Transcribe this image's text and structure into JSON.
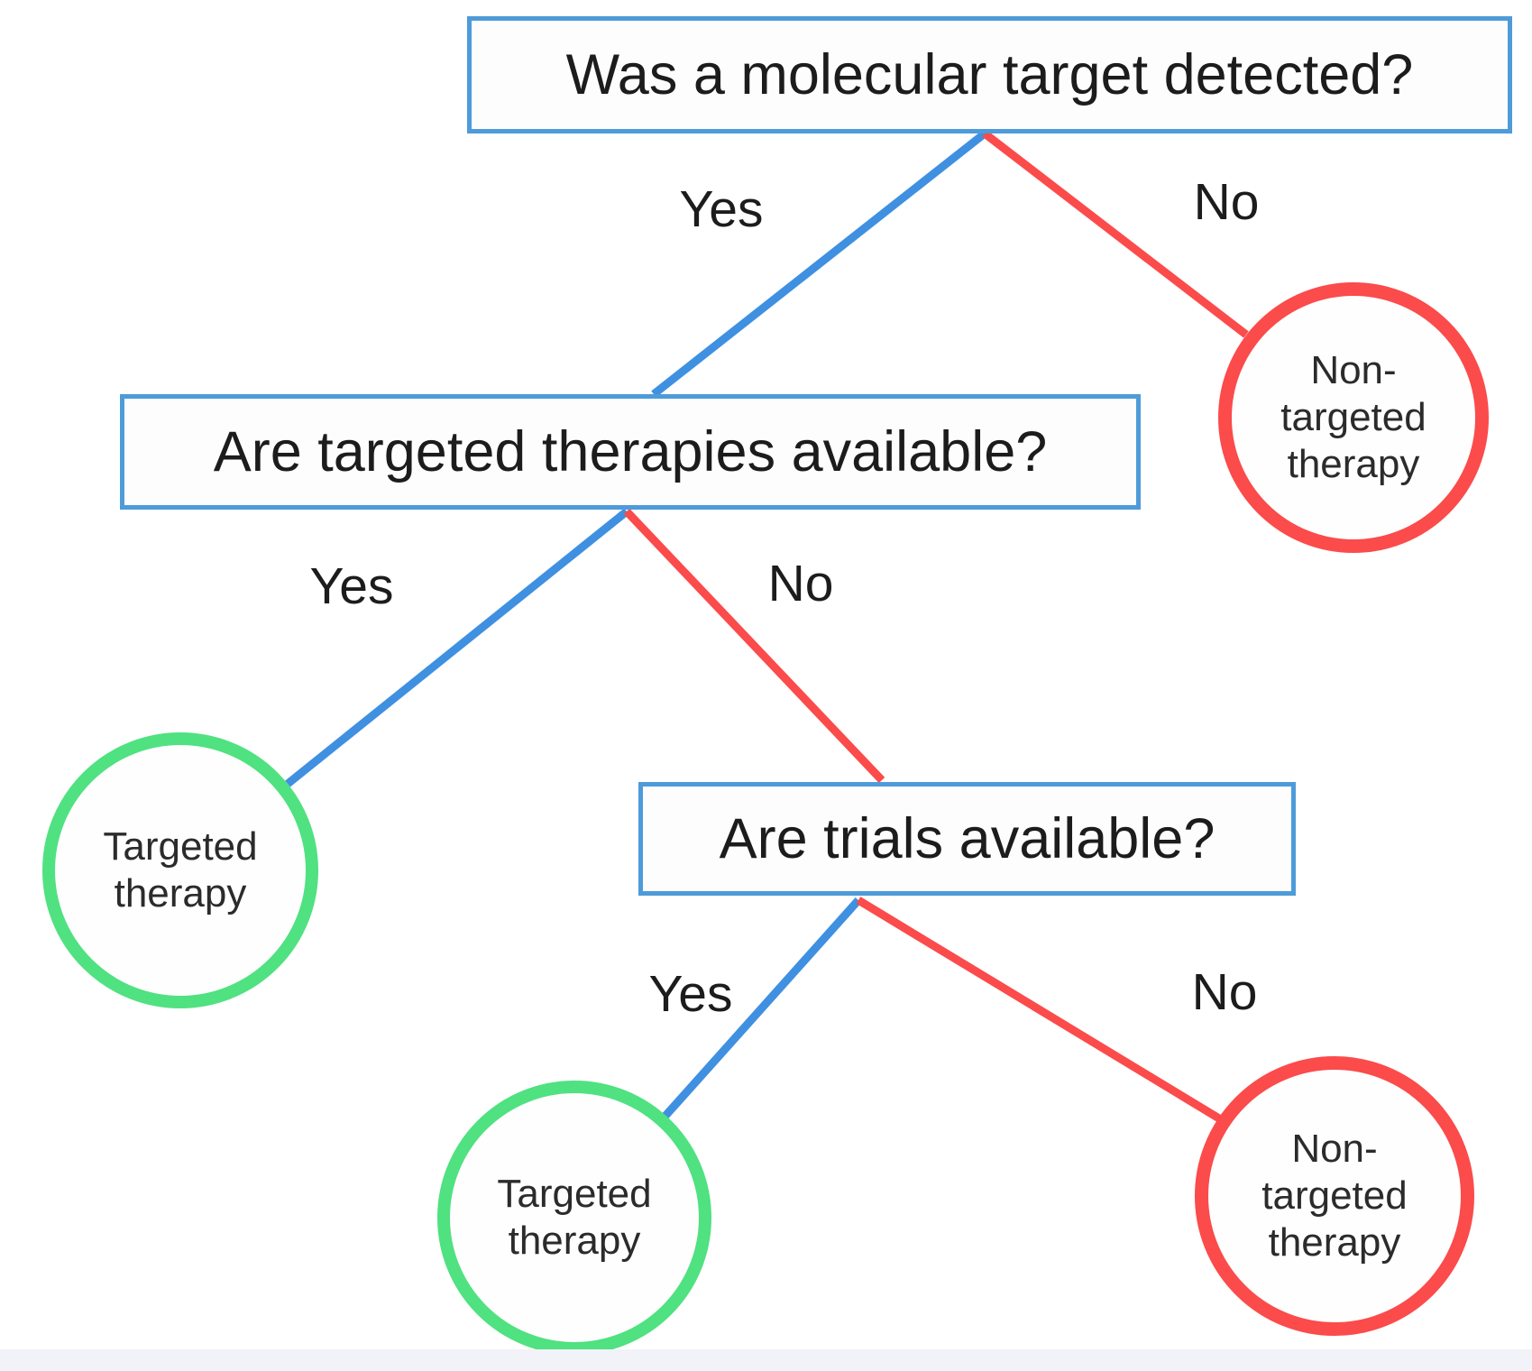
{
  "page": {
    "background_color": "#ffffff",
    "footer_strip_color": "#f1f3f8"
  },
  "colors": {
    "yes_branch_blue": "#3f90e0",
    "no_branch_red": "#fb4b4b",
    "question_box_border_blue": "#4e9bd9",
    "targeted_outcome_green": "#50e181",
    "non_targeted_outcome_red": "#fb4b4b",
    "text": "#1c1c1c"
  },
  "flowchart": {
    "questions": [
      {
        "id": "q1",
        "label": "Was a molecular target detected?"
      },
      {
        "id": "q2",
        "label": "Are targeted therapies available?"
      },
      {
        "id": "q3",
        "label": "Are trials available?"
      }
    ],
    "edge_labels": [
      {
        "id": "q1-yes",
        "label": "Yes"
      },
      {
        "id": "q1-no",
        "label": "No"
      },
      {
        "id": "q2-yes",
        "label": "Yes"
      },
      {
        "id": "q2-no",
        "label": "No"
      },
      {
        "id": "q3-yes",
        "label": "Yes"
      },
      {
        "id": "q3-no",
        "label": "No"
      }
    ],
    "outcomes": [
      {
        "id": "non-targeted-1",
        "type": "non-targeted",
        "lines": [
          "Non-",
          "targeted",
          "therapy"
        ]
      },
      {
        "id": "targeted-1",
        "type": "targeted",
        "lines": [
          "Targeted",
          "therapy"
        ]
      },
      {
        "id": "targeted-2",
        "type": "targeted",
        "lines": [
          "Targeted",
          "therapy"
        ]
      },
      {
        "id": "non-targeted-2",
        "type": "non-targeted",
        "lines": [
          "Non-",
          "targeted",
          "therapy"
        ]
      }
    ]
  }
}
